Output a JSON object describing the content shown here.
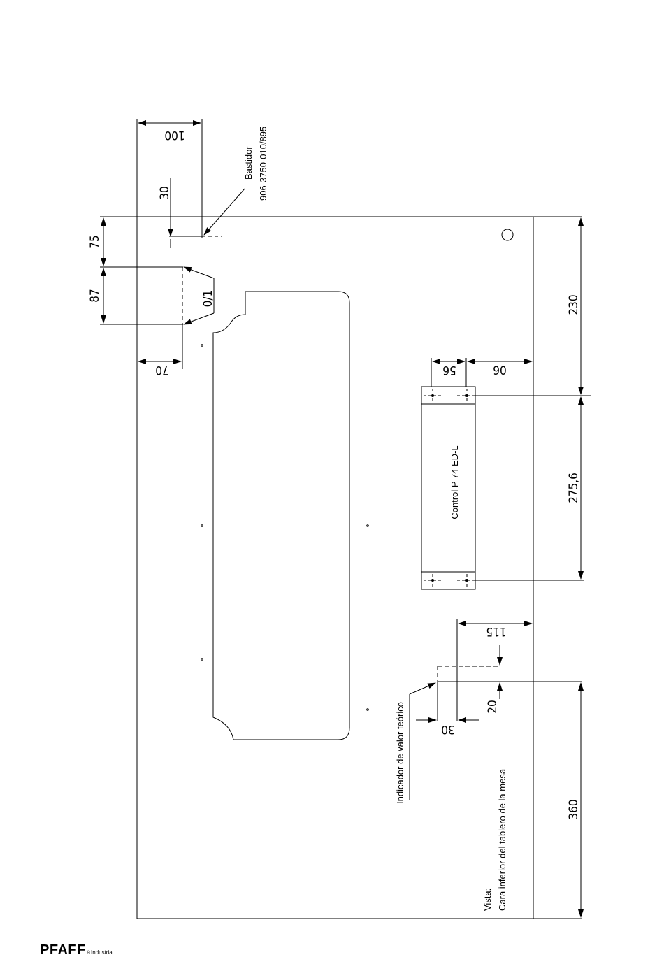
{
  "drawing": {
    "labels": {
      "frame_line1": "Bastidor",
      "frame_line2": "906-3750-010/895",
      "control": "Control  P 74 ED-L",
      "indicator": "Indicador de valor teórico",
      "view_line1": "Vista:",
      "view_line2": "Cara inferior del tablero de la mesa",
      "cutout": "0/1"
    },
    "dimensions": {
      "d100": "100",
      "d30_top": "30",
      "d75": "75",
      "d87": "87",
      "d70": "70",
      "d56": "56",
      "d90": "90",
      "d230": "230",
      "d275": "275,6",
      "d115": "115",
      "d20": "20",
      "d30_bottom": "30",
      "d360": "360"
    }
  },
  "footer": {
    "brand": "PFAFF",
    "registered": "®",
    "sub": "Industrial"
  }
}
